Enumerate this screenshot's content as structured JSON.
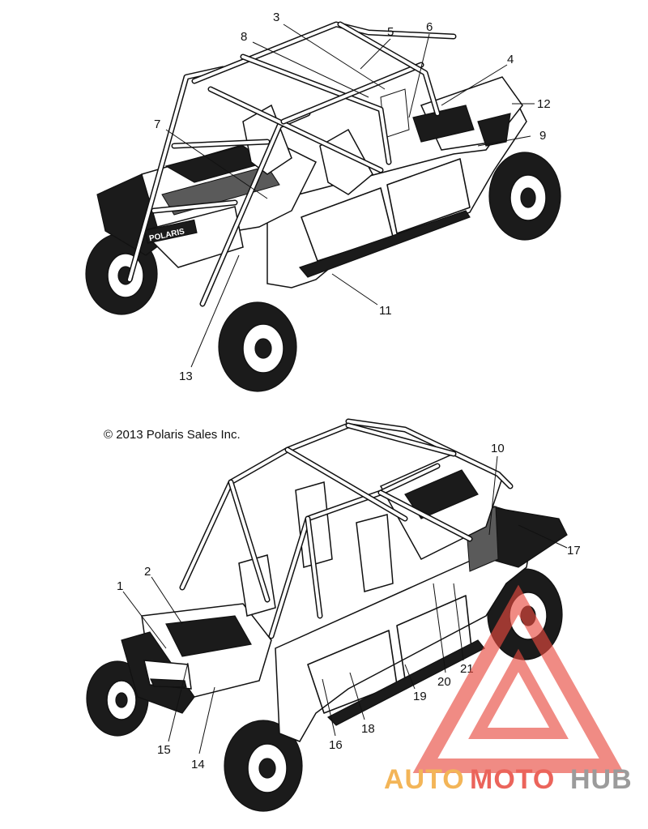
{
  "copyright": "© 2013 Polaris Sales Inc.",
  "brand_badge": "POLARIS",
  "callouts_top": [
    "3",
    "8",
    "5",
    "6",
    "4",
    "12",
    "7",
    "9",
    "11",
    "13"
  ],
  "callouts_bottom": [
    "10",
    "17",
    "1",
    "2",
    "20",
    "21",
    "19",
    "18",
    "16",
    "15",
    "14"
  ],
  "watermark": {
    "part1": "AUTO",
    "part2": "MOTO",
    "part3": "HUB",
    "color_orange": "#f2a93b",
    "color_red": "#e8493f",
    "color_gray": "#8a8a8a"
  }
}
